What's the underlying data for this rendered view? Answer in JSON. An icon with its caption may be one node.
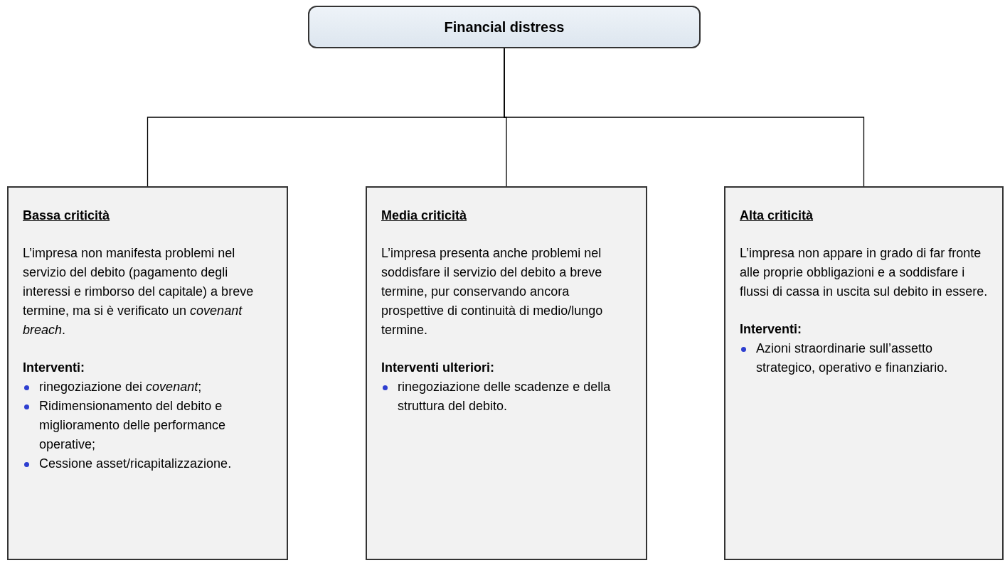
{
  "diagram": {
    "nodes": [
      {
        "text": [
          "Financial distress"
        ]
      },
      {
        "text": [
          "Bassa criticità",
          "L’impresa non manifesta problemi nel servizio del debito (pagamento degli interessi e rimborso del capitale) a breve termine, ma si è verificato un *covenant breach*.",
          "Interventi:",
          "rinegoziazione dei *covenant*;",
          "Ridimensionamento del debito e miglioramento delle performance operative;",
          "Cessione asset/ricapitalizzazione."
        ]
      },
      {
        "text": [
          "Media criticità",
          "L’impresa presenta anche problemi nel soddisfare il servizio del debito a breve termine, pur conservando ancora prospettive di continuità di medio/lungo termine.",
          "Interventi ulteriori:",
          "rinegoziazione delle scadenze e della struttura del debito."
        ]
      },
      {
        "text": [
          "Alta criticità",
          "L’impresa non appare in grado di far fronte alle proprie obbligazioni e a soddisfare i flussi di cassa in uscita sul debito in essere.",
          "Interventi:",
          "Azioni straordinarie sull’assetto strategico, operativo e finanziario."
        ]
      }
    ],
    "edges": [
      {
        "from": 0,
        "to": 1,
        "arrow": "none"
      },
      {
        "from": 0,
        "to": 2,
        "arrow": "none"
      },
      {
        "from": 0,
        "to": 3,
        "arrow": "none"
      }
    ]
  }
}
